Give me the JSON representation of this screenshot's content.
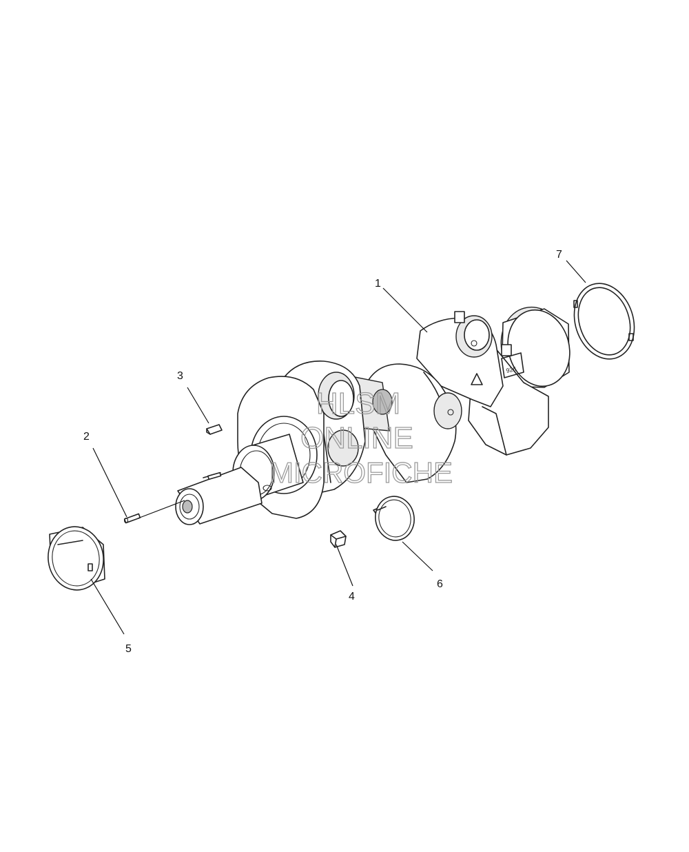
{
  "diagram": {
    "callouts": [
      {
        "id": "1",
        "label": "1"
      },
      {
        "id": "2",
        "label": "2"
      },
      {
        "id": "3",
        "label": "3"
      },
      {
        "id": "4",
        "label": "4"
      },
      {
        "id": "5",
        "label": "5"
      },
      {
        "id": "6",
        "label": "6"
      },
      {
        "id": "7",
        "label": "7"
      }
    ],
    "part_stamp": "926"
  },
  "watermark": {
    "line1": "HLSM",
    "line2": "ONLINE",
    "line3": "MICROFICHE"
  }
}
